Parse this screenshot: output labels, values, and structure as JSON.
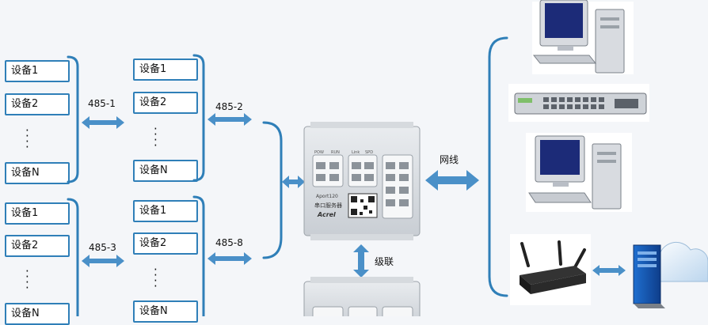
{
  "title_fragment": "",
  "groups": [
    {
      "items": [
        "设备1",
        "设备2",
        "⋮",
        "设备N"
      ]
    },
    {
      "items": [
        "设备1",
        "设备2",
        "⋮",
        "设备N"
      ]
    },
    {
      "items": [
        "设备1",
        "设备2",
        "⋮",
        "设备N"
      ]
    },
    {
      "items": [
        "设备1",
        "设备2",
        "⋮",
        "设备N"
      ]
    }
  ],
  "links": {
    "a": "485-1",
    "b": "485-2",
    "c": "485-3",
    "d": "485-8",
    "network": "网线",
    "cascade": "级联"
  },
  "device": {
    "model": "Aport120",
    "name": "串口服务器",
    "brand": "Acrel",
    "port_labels": [
      "POW",
      "RUN",
      "Link",
      "SPD"
    ]
  },
  "icons": {
    "computer_top": "desktop-computer-icon",
    "switch": "network-switch-icon",
    "computer_mid": "desktop-computer-icon",
    "router": "router-icon",
    "cloud_server": "cloud-server-icon"
  },
  "colors": {
    "accent": "#2f7fb8",
    "arrow": "#4a90c8",
    "brace": "#2f7fb8"
  }
}
